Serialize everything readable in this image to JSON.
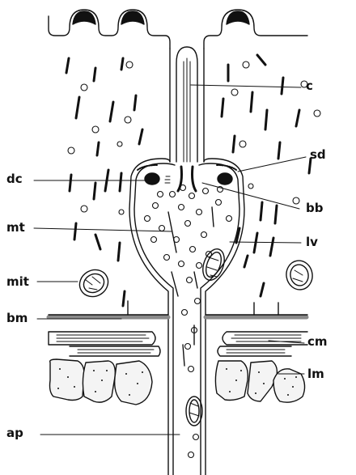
{
  "labels": {
    "c": "c",
    "sd": "sd",
    "dc": "dc",
    "bb": "bb",
    "mt": "mt",
    "lv": "lv",
    "mit": "mit",
    "bm": "bm",
    "cm": "cm",
    "lm": "lm",
    "ap": "ap"
  },
  "colors": {
    "ink": "#111111",
    "background": "#ffffff",
    "basement": "#8a8a8a"
  }
}
